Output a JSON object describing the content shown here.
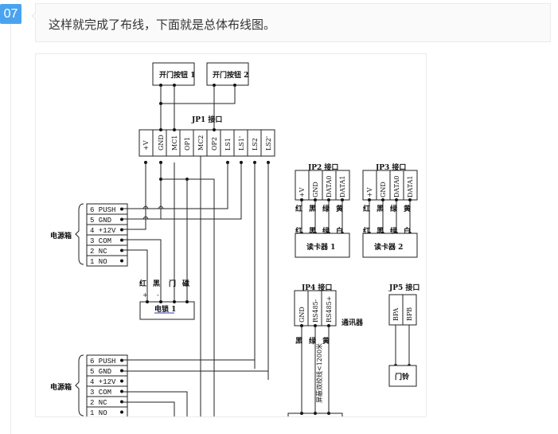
{
  "step": {
    "number": "07"
  },
  "instruction": {
    "text": "这样就完成了布线，下面就是总体布线图。"
  },
  "diagram": {
    "buttons": [
      "开门按钮 1",
      "开门按钮 2"
    ],
    "jp1": {
      "title": "JP1 接口",
      "pins": [
        "+V",
        "GND",
        "MC1",
        "OP1",
        "MC2",
        "OP2",
        "LS1",
        "LS1'",
        "LS2",
        "LS2'"
      ]
    },
    "power_box": {
      "label": "电源箱",
      "rows": [
        "6 PUSH",
        "5 GND",
        "4 +12V",
        "3 COM",
        "2 NC",
        "1 NO"
      ]
    },
    "lock": {
      "label": "电锁 1",
      "wire_colors": [
        "红",
        "黑",
        "门",
        "磁"
      ],
      "polarity": [
        "+",
        "-"
      ]
    },
    "jp2": {
      "title": "JP2 接口",
      "pins": [
        "+V",
        "GND",
        "DATA0",
        "DATA1"
      ],
      "top_colors": [
        "红",
        "黑",
        "绿",
        "黄"
      ],
      "bottom_colors": [
        "红",
        "黑",
        "绿",
        "白"
      ],
      "device": "读卡器 1"
    },
    "jp3": {
      "title": "JP3 接口",
      "pins": [
        "+V",
        "GND",
        "DATA0",
        "DATA1"
      ],
      "top_colors": [
        "红",
        "黑",
        "绿",
        "黄"
      ],
      "bottom_colors": [
        "红",
        "黑",
        "绿",
        "白"
      ],
      "device": "读卡器 2"
    },
    "jp4": {
      "title": "JP4 接口",
      "pins": [
        "GND",
        "RS485-",
        "RS485+"
      ],
      "colors": [
        "黑",
        "绿",
        "黄"
      ],
      "device_label": "通讯器",
      "cable_note": "屏蔽双绞线<1200米"
    },
    "jp5": {
      "title": "JP5 接口",
      "pins": [
        "BPA",
        "BPB"
      ],
      "device": "门铃"
    }
  }
}
